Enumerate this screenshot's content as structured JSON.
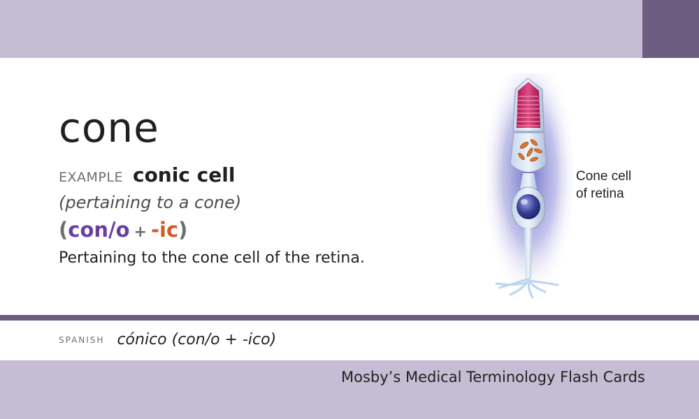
{
  "card": {
    "term": "cone",
    "example_label": "EXAMPLE",
    "example_word": "conic cell",
    "meaning": "(pertaining to a cone)",
    "parts": {
      "open": "(",
      "root": "con/o",
      "plus": "+",
      "suffix": "-ic",
      "close": ")"
    },
    "definition": "Pertaining to the cone cell of the retina.",
    "illustration_caption": [
      "Cone cell",
      "of retina"
    ],
    "spanish_label": "SPANISH",
    "spanish_word": "cónico (con/o + -ico)"
  },
  "footer": {
    "title": "Mosby’s Medical Terminology Flash Cards"
  },
  "colors": {
    "band": "#c4bdd3",
    "band_dark": "#6b5c80",
    "root": "#6b3fa0",
    "suffix": "#d45a27"
  }
}
